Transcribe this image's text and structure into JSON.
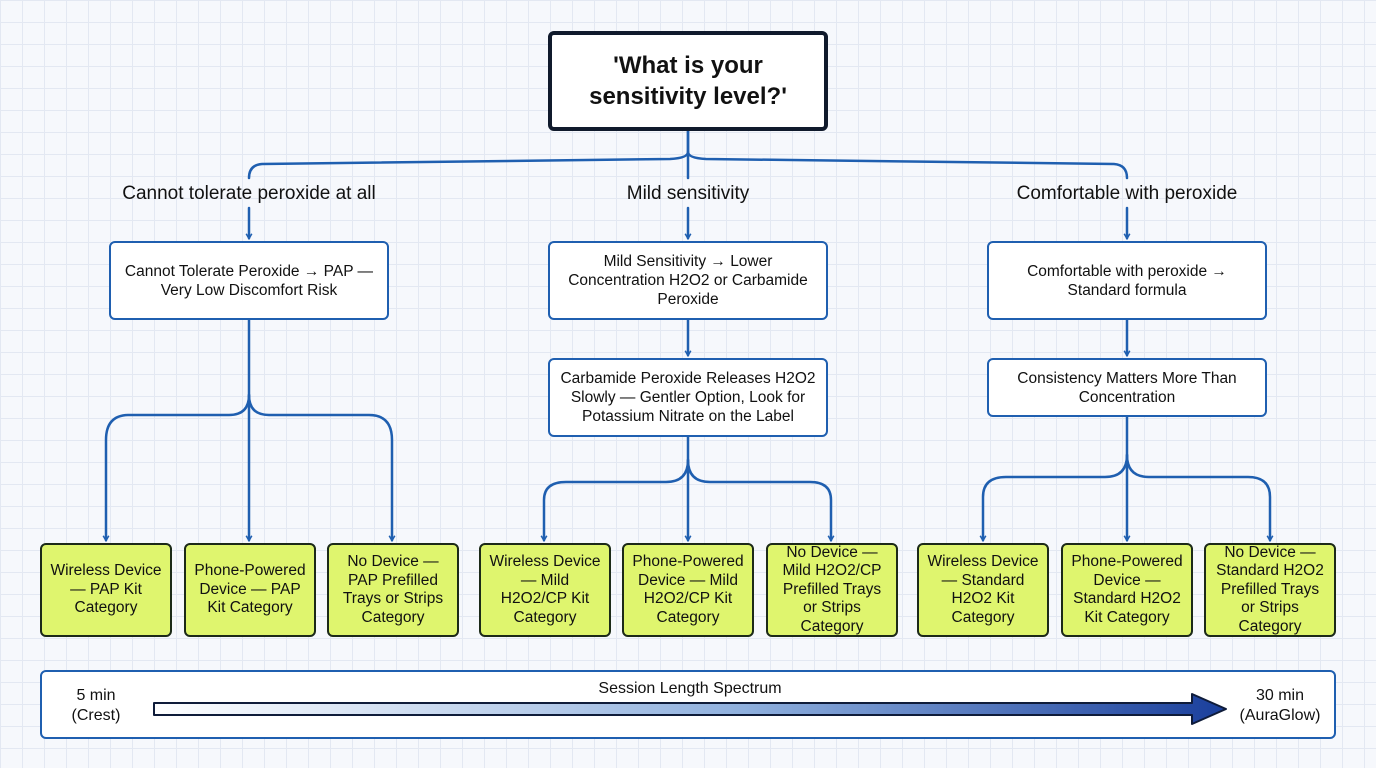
{
  "root": {
    "question": "'What is your sensitivity level?'"
  },
  "branches": [
    {
      "label": "Cannot tolerate peroxide at all",
      "steps": [
        "Cannot Tolerate Peroxide → PAP — Very Low Discomfort Risk"
      ],
      "leaves": [
        "Wireless Device — PAP Kit Category",
        "Phone-Powered Device — PAP Kit Category",
        "No Device — PAP Prefilled Trays or Strips Category"
      ]
    },
    {
      "label": "Mild sensitivity",
      "steps": [
        "Mild Sensitivity → Lower Concentration H2O2 or Carbamide Peroxide",
        "Carbamide Peroxide Releases H2O2 Slowly — Gentler Option, Look for Potassium Nitrate on the Label"
      ],
      "leaves": [
        "Wireless Device — Mild H2O2/CP Kit Category",
        "Phone-Powered Device — Mild H2O2/CP Kit Category",
        "No Device — Mild H2O2/CP Prefilled Trays or Strips Category"
      ]
    },
    {
      "label": "Comfortable with peroxide",
      "steps": [
        "Comfortable with peroxide → Standard formula",
        "Consistency Matters More Than Concentration"
      ],
      "leaves": [
        "Wireless Device — Standard H2O2 Kit Category",
        "Phone-Powered Device — Standard H2O2 Kit Category",
        "No Device — Standard H2O2 Prefilled Trays or Strips Category"
      ]
    }
  ],
  "spectrum": {
    "title": "Session Length Spectrum",
    "start_value": "5 min",
    "start_label": "(Crest)",
    "end_value": "30 min",
    "end_label": "(AuraGlow)"
  },
  "colors": {
    "connector": "#1f5fb0",
    "leaf_fill": "#dff56e",
    "root_border": "#101a2c",
    "arrow_dark": "#1a3f9c"
  }
}
